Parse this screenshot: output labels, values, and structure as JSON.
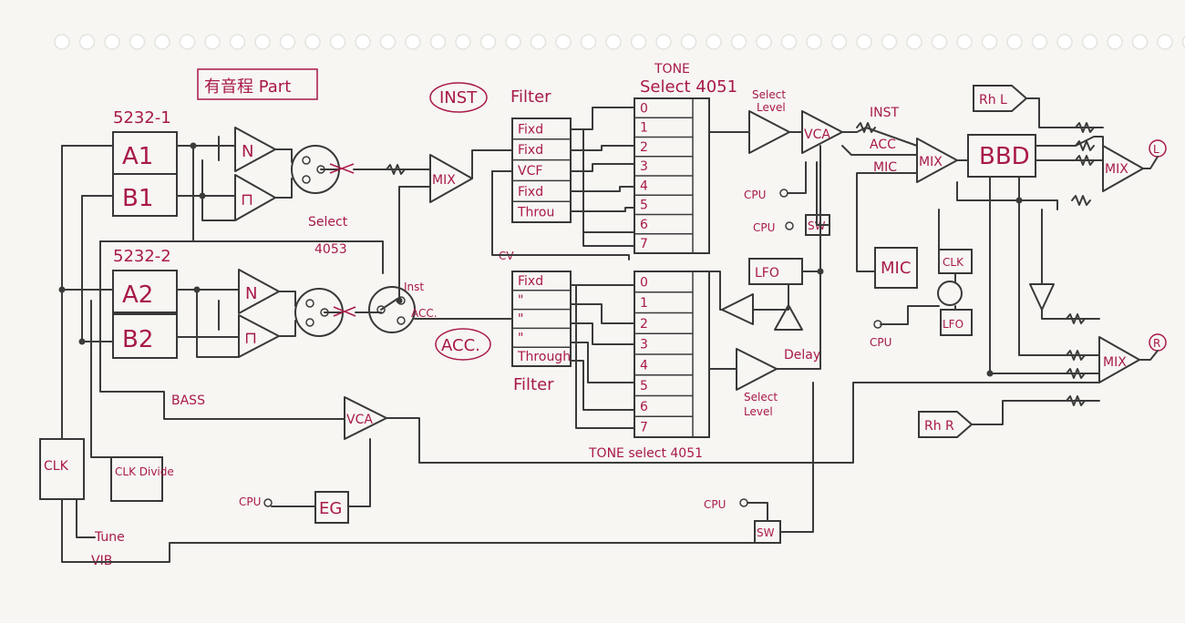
{
  "diagram": {
    "title": "有音程 Part",
    "chips": {
      "chip1": "5232-1",
      "chip2": "5232-2"
    },
    "blocks": {
      "a1": "A1",
      "b1": "B1",
      "a2": "A2",
      "b2": "B2",
      "n_top": "N",
      "pulse_top": "⊓",
      "n_bot": "N",
      "pulse_bot": "⊓",
      "mix_inst": "MIX",
      "vca_main": "VCA",
      "mix_main": "MIX",
      "bbd": "BBD",
      "mix_l": "MIX",
      "mix_r": "MIX",
      "mic": "MIC",
      "clk_right": "CLK",
      "lfo_small": "LFO",
      "lfo_main": "LFO",
      "sw_top": "SW",
      "sw_bottom": "SW",
      "vca_bass": "VCA",
      "eg": "EG",
      "clk": "CLK",
      "clk_divide": "CLK Divide",
      "rh_l": "Rh L",
      "rh_r": "Rh R"
    },
    "labels": {
      "select_4053": "Select",
      "select_4053_num": "4053",
      "inst": "INST",
      "acc": "ACC.",
      "inst_acc_inst": "Inst",
      "inst_acc_acc": "ACC.",
      "filter_top": "Filter",
      "filter_bottom": "Filter",
      "tone_select_top_1": "TONE",
      "tone_select_top_2": "Select 4051",
      "tone_select_bottom": "TONE select 4051",
      "select_level_top_1": "Select",
      "select_level_top_2": "Level",
      "select_level_bot_1": "Select",
      "select_level_bot_2": "Level",
      "cv": "CV",
      "delay": "Delay",
      "bass": "BASS",
      "tune": "Tune",
      "vib": "VIB",
      "cpu1": "CPU",
      "cpu2": "CPU",
      "cpu3": "CPU",
      "cpu4": "CPU",
      "cpu5": "CPU",
      "mix_in_inst": "INST",
      "mix_in_acc": "ACC",
      "mix_in_mic": "MIC",
      "out_l": "L",
      "out_r": "R",
      "six": "6"
    },
    "filter_top_cells": [
      "Fixd",
      "Fixd",
      "VCF",
      "Fixd",
      "Throu"
    ],
    "filter_bottom_cells": [
      "Fixd",
      "\"",
      "\"",
      "\"",
      "Through"
    ],
    "tone_top_cells": [
      "0",
      "1",
      "2",
      "3",
      "4",
      "5",
      "6",
      "7"
    ],
    "tone_bottom_cells": [
      "0",
      "1",
      "2",
      "3",
      "4",
      "5",
      "6",
      "7"
    ]
  }
}
